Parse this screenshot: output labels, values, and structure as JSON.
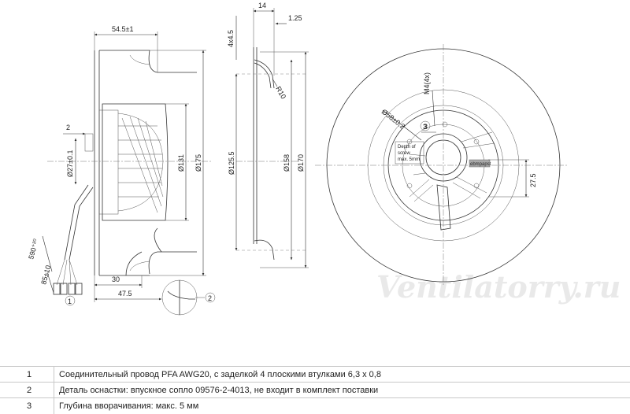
{
  "dimensions": {
    "d_54_5": "54.5±1",
    "d_2_left": "2",
    "d_27": "Ø27±0.1",
    "d_131": "Ø131",
    "d_175": "Ø175",
    "d_590": "590⁺²⁰",
    "d_85": "85±10",
    "d_30": "30",
    "d_47_5": "47.5",
    "d_4x4_5": "4x4.5",
    "d_14": "14",
    "d_1_25": "1.25",
    "d_r10": "R10",
    "d_125_5": "Ø125.5",
    "d_158": "Ø158",
    "d_170": "Ø170",
    "d_m4": "M4(4x)",
    "d_58": "Ø58±0.2",
    "d_3": "3",
    "d_27_5": "27.5"
  },
  "callouts": {
    "c1": "1",
    "c2": "2",
    "c3": "3"
  },
  "label_text": {
    "depth_line1": "Depth of",
    "depth_line2": "screw",
    "depth_line3": "max. 5mm",
    "brand": "ebmpapst"
  },
  "watermark": "Ventilatorry.ru",
  "legend": [
    {
      "num": "1",
      "text": "Соединительный провод PFA AWG20, с заделкой 4 плоскими втулками 6,3 x 0,8"
    },
    {
      "num": "2",
      "text": "Деталь оснастки: впускное сопло 09576-2-4013, не входит в комплект поставки"
    },
    {
      "num": "3",
      "text": "Глубина вворачивания: макс. 5 мм"
    }
  ]
}
